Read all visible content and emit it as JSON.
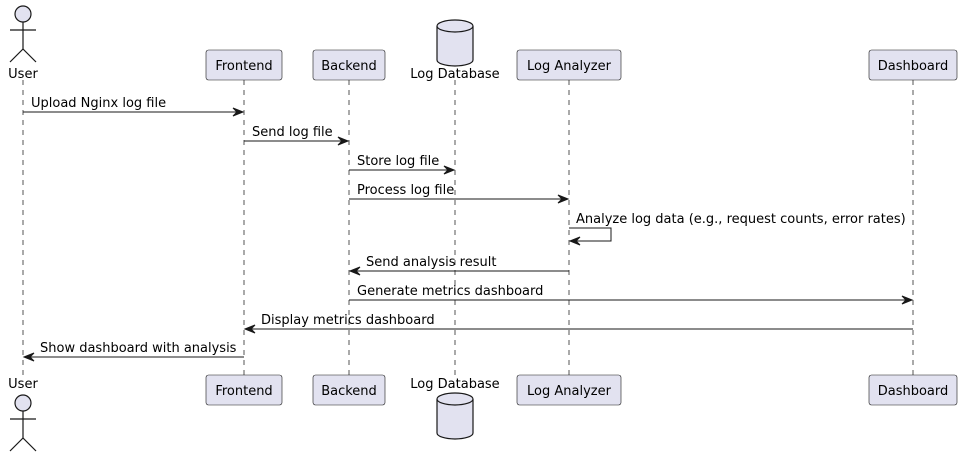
{
  "colors": {
    "participant_fill": "#E2E2F0",
    "line": "#181818",
    "lifeline": "#555555"
  },
  "participants": [
    {
      "id": "user",
      "label": "User",
      "kind": "actor"
    },
    {
      "id": "frontend",
      "label": "Frontend",
      "kind": "participant"
    },
    {
      "id": "backend",
      "label": "Backend",
      "kind": "participant"
    },
    {
      "id": "logdb",
      "label": "Log Database",
      "kind": "database"
    },
    {
      "id": "analyzer",
      "label": "Log Analyzer",
      "kind": "participant"
    },
    {
      "id": "dashboard",
      "label": "Dashboard",
      "kind": "participant"
    }
  ],
  "messages": [
    {
      "from": "user",
      "to": "frontend",
      "label": "Upload Nginx log file"
    },
    {
      "from": "frontend",
      "to": "backend",
      "label": "Send log file"
    },
    {
      "from": "backend",
      "to": "logdb",
      "label": "Store log file"
    },
    {
      "from": "backend",
      "to": "analyzer",
      "label": "Process log file"
    },
    {
      "from": "analyzer",
      "to": "analyzer",
      "label": "Analyze log data (e.g., request counts, error rates)"
    },
    {
      "from": "analyzer",
      "to": "backend",
      "label": "Send analysis result"
    },
    {
      "from": "backend",
      "to": "dashboard",
      "label": "Generate metrics dashboard"
    },
    {
      "from": "dashboard",
      "to": "frontend",
      "label": "Display metrics dashboard"
    },
    {
      "from": "frontend",
      "to": "user",
      "label": "Show dashboard with analysis"
    }
  ]
}
